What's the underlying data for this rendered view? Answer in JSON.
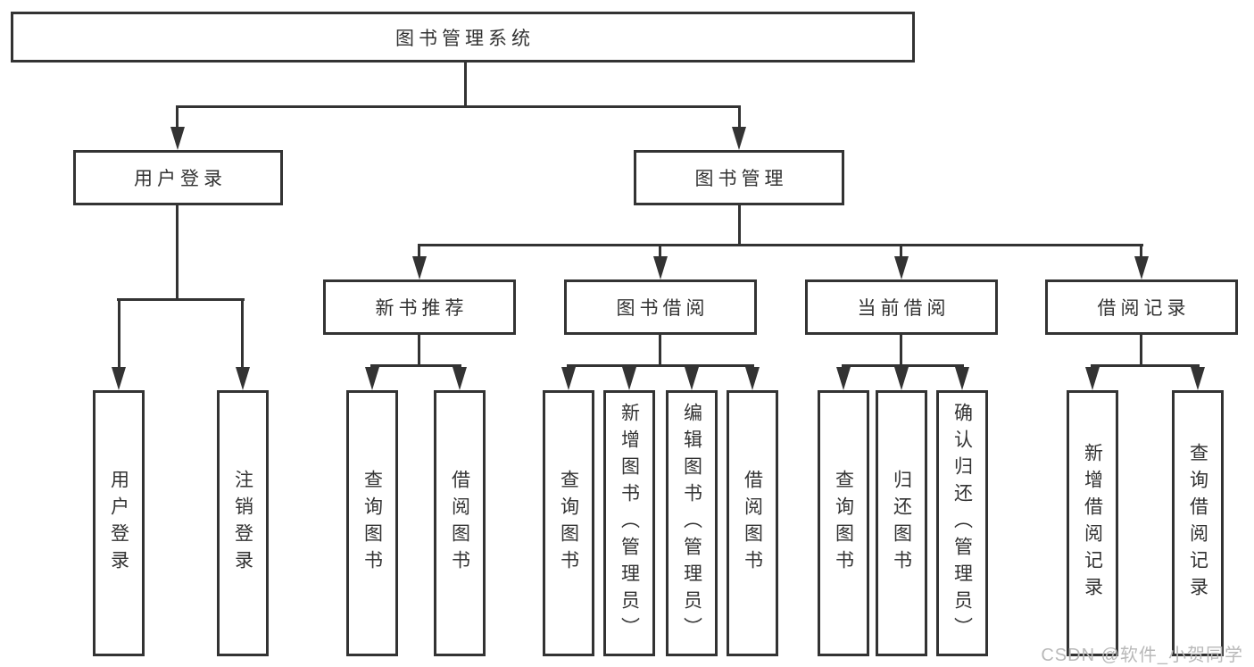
{
  "colors": {
    "line": "#333333",
    "text": "#333333",
    "box_background": "#ffffff",
    "watermark": "#b9b9b9"
  },
  "watermark": {
    "text": "CSDN @软件_小贺同学"
  },
  "tree": {
    "root": {
      "label": "图书管理系统"
    },
    "branches": [
      {
        "label": "用户登录",
        "children": [
          {
            "label": "用户登录"
          },
          {
            "label": "注销登录"
          }
        ]
      },
      {
        "label": "图书管理",
        "groups": [
          {
            "label": "新书推荐",
            "children": [
              {
                "label": "查询图书"
              },
              {
                "label": "借阅图书"
              }
            ]
          },
          {
            "label": "图书借阅",
            "children": [
              {
                "label": "查询图书"
              },
              {
                "label": "新增图书（管理员）"
              },
              {
                "label": "编辑图书（管理员）"
              },
              {
                "label": "借阅图书"
              }
            ]
          },
          {
            "label": "当前借阅",
            "children": [
              {
                "label": "查询图书"
              },
              {
                "label": "归还图书"
              },
              {
                "label": "确认归还（管理员）"
              }
            ]
          },
          {
            "label": "借阅记录",
            "children": [
              {
                "label": "新增借阅记录"
              },
              {
                "label": "查询借阅记录"
              }
            ]
          }
        ]
      }
    ]
  }
}
